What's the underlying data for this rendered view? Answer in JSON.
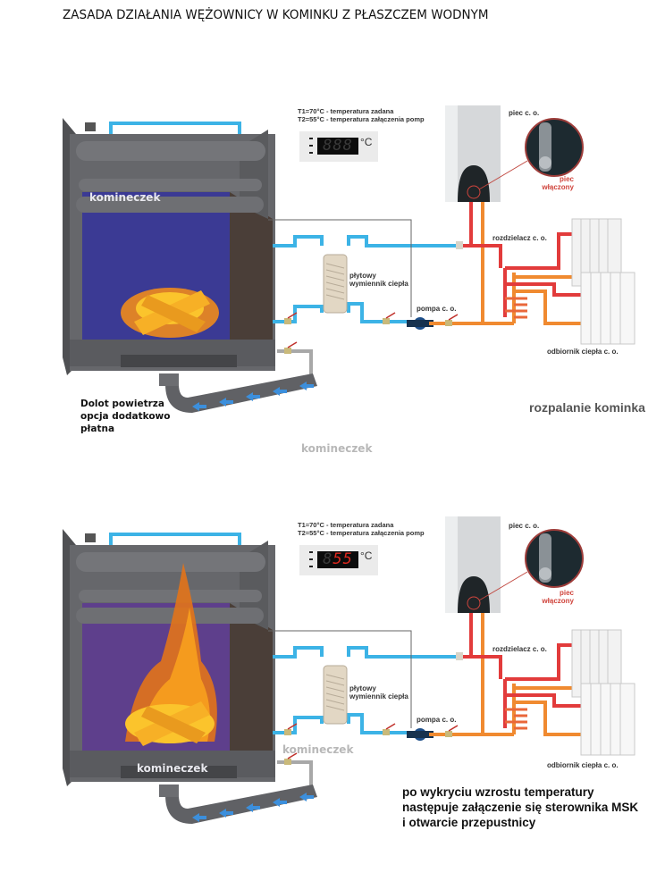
{
  "title": "ZASADA DZIAŁANIA WĘŻOWNICY W KOMINKU Z PŁASZCZEM WODNYM",
  "colors": {
    "cold_pipe": "#3cb3e6",
    "hot_pipe": "#e23b3b",
    "return_pipe": "#f08a30",
    "fireplace_body": "#5e5f62",
    "fireplace_back": "#3d3a8f",
    "fire": "#f6a21c",
    "display_bg": "#ebebeb",
    "display_digit_active": "#e0281e",
    "display_digit_idle": "#3a3a3a",
    "status_red": "#d0453d"
  },
  "watermark": "komineczek",
  "panels": [
    {
      "id": "startup",
      "temperature_notes": [
        "T1=70°C - temperatura zadana",
        "T2=55°C - temperatura załączenia pomp"
      ],
      "display": {
        "digits": "888",
        "unit": "°C",
        "state": "idle"
      },
      "labels": {
        "boiler": "piec c. o.",
        "boiler_status": "piec\nwłączony",
        "exchanger": "płytowy\nwymiennik ciepła",
        "pump": "pompa c. o.",
        "manifold": "rozdzielacz c. o.",
        "heat_receiver": "odbiornik ciepła c. o."
      },
      "air_inlet_note": [
        "Dolot powietrza",
        "opcja dodatkowo",
        "płatna"
      ],
      "state_caption": "rozpalanie kominka",
      "fire": "small"
    },
    {
      "id": "activated",
      "temperature_notes": [
        "T1=70°C - temperatura zadana",
        "T2=55°C - temperatura załączenia pomp"
      ],
      "display": {
        "digits_idle": "8",
        "digits_active": "55",
        "unit": "°C",
        "state": "active"
      },
      "labels": {
        "boiler": "piec c. o.",
        "boiler_status": "piec\nwłączony",
        "exchanger": "płytowy\nwymiennik ciepła",
        "pump": "pompa c. o.",
        "manifold": "rozdzielacz c. o.",
        "heat_receiver": "odbiornik ciepła c. o."
      },
      "state_caption": [
        "po wykryciu wzrostu temperatury",
        "następuje załączenie się sterownika MSK",
        "i otwarcie przepustnicy"
      ],
      "fire": "large"
    }
  ]
}
